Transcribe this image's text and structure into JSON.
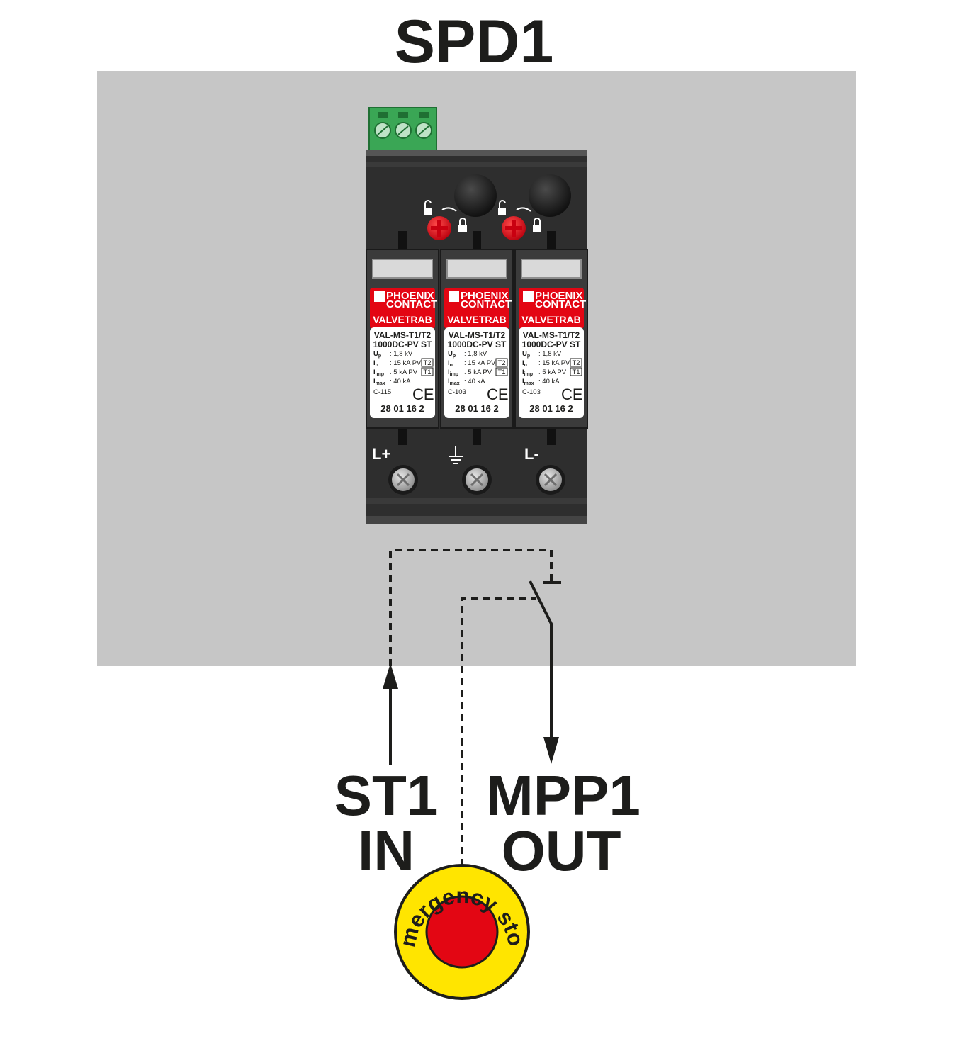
{
  "diagram": {
    "device_title": "SPD1",
    "input_label_line1": "ST1",
    "input_label_line2": "IN",
    "output_label_line1": "MPP1",
    "output_label_line2": "OUT",
    "emergency_stop_text": "emergency stop"
  },
  "modules": [
    {
      "brand_line1": "PHOENIX",
      "brand_line2": "CONTACT",
      "product": "VALVETRAB",
      "model_line1": "VAL-MS-T1/T2",
      "model_line2": "1000DC-PV ST",
      "up": "1,8 kV",
      "in": "15 kA PV",
      "in_type": "T2",
      "iimp": "5  kA PV",
      "iimp_type": "T1",
      "imax": "40 kA",
      "cert": "C-115",
      "ce": "CE",
      "article": "28 01 16 2"
    },
    {
      "brand_line1": "PHOENIX",
      "brand_line2": "CONTACT",
      "product": "VALVETRAB",
      "model_line1": "VAL-MS-T1/T2",
      "model_line2": "1000DC-PV ST",
      "up": "1,8 kV",
      "in": "15 kA PV",
      "in_type": "T2",
      "iimp": "5  kA PV",
      "iimp_type": "T1",
      "imax": "40 kA",
      "cert": "C-103",
      "ce": "CE",
      "article": "28 01 16 2"
    },
    {
      "brand_line1": "PHOENIX",
      "brand_line2": "CONTACT",
      "product": "VALVETRAB",
      "model_line1": "VAL-MS-T1/T2",
      "model_line2": "1000DC-PV ST",
      "up": "1,8 kV",
      "in": "15 kA PV",
      "in_type": "T2",
      "iimp": "5  kA PV",
      "iimp_type": "T1",
      "imax": "40 kA",
      "cert": "C-103",
      "ce": "CE",
      "article": "28 01 16 2"
    }
  ],
  "terminals": {
    "positive": "L+",
    "negative": "L-",
    "ground_icon": "ground-icon"
  },
  "icons": {
    "unlock": "unlock-icon",
    "lock": "lock-icon",
    "locking_screw": "red-locking-screw-icon",
    "status_knob": "status-indicator-knob-icon",
    "terminal_screw": "terminal-screw-icon"
  },
  "colors": {
    "mounting_panel": "#c6c6c6",
    "housing": "#2e2e2e",
    "brand_red": "#e30613",
    "remote_contact_green": "#3aa655",
    "estop_yellow": "#ffe500",
    "estop_red": "#e30613",
    "line": "#1d1d1b"
  }
}
